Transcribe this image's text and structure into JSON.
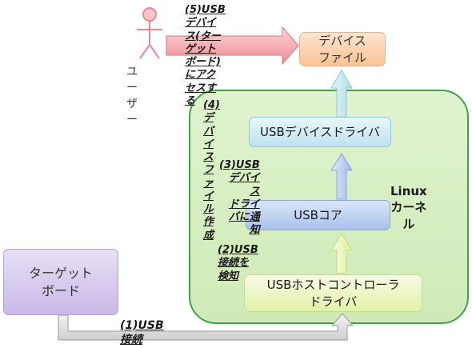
{
  "diagram": {
    "user_label": "ユーザー",
    "device_file": "デバイス\nファイル",
    "usb_device_driver": "USBデバイスドライバ",
    "usb_core": "USBコア",
    "host_controller_driver": "USBホストコントローラ\nドライバ",
    "target_board": "ターゲット\nボード",
    "linux_kernel": "Linux\nカーネル",
    "steps": {
      "step1": "(1)USB接続",
      "step2": "(2)USB接続を検知",
      "step3": "(3)USBデバイス\nドライバに通知",
      "step4": "(4)デバイスファイル作成",
      "step5": "(5)USBデバイス(ターゲットボード)\nにアクセスする"
    }
  },
  "colors": {
    "linux_region_border": "#3aa64a",
    "linux_region_fill": "#d6eec1",
    "device_file_fill": "#fbc493",
    "usb_device_driver_fill": "#bfe3ef",
    "usb_core_fill": "#a9c1ec",
    "host_controller_fill": "#e2f1a9",
    "target_board_fill": "#c8b8e6",
    "access_arrow_fill": "#f2a3a8"
  }
}
